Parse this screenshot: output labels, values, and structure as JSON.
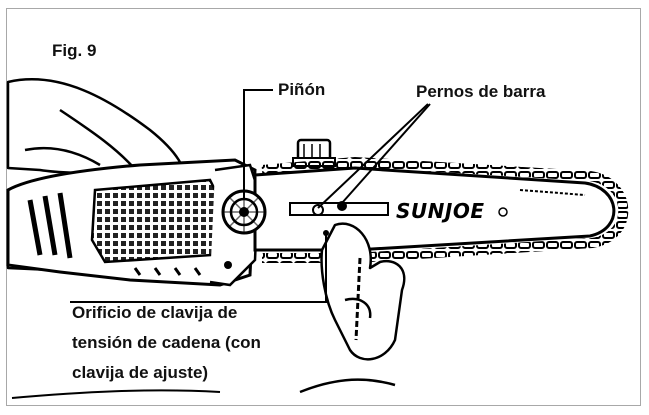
{
  "figure": {
    "title": "Fig. 9",
    "labels": {
      "pinion": "Piñón",
      "bar_bolts": "Pernos de barra",
      "tension_hole_line1": "Orificio de clavija de",
      "tension_hole_line2": "tensión de cadena (con",
      "tension_hole_line3": "clavija de ajuste)"
    },
    "brand": "SUNJOE"
  },
  "colors": {
    "ink": "#111111",
    "frame": "#a8a8a8",
    "background": "#ffffff"
  }
}
